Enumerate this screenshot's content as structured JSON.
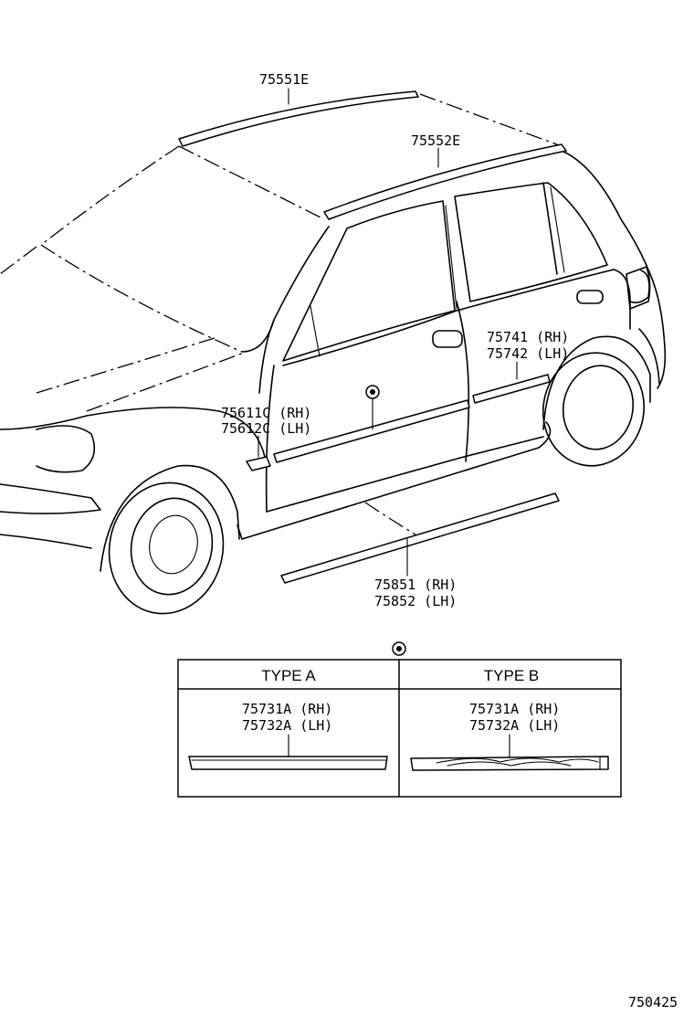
{
  "parts": {
    "roof_molding_front": "75551E",
    "roof_molding_rear": "75552E",
    "front_door_molding": [
      "75611C (RH)",
      "75612C (LH)"
    ],
    "rear_door_molding": [
      "75741 (RH)",
      "75742 (LH)"
    ],
    "rocker_molding": [
      "75851 (RH)",
      "75852 (LH)"
    ]
  },
  "table": {
    "type_a": {
      "title": "TYPE A",
      "parts": [
        "75731A (RH)",
        "75732A (LH)"
      ]
    },
    "type_b": {
      "title": "TYPE B",
      "parts": [
        "75731A (RH)",
        "75732A (LH)"
      ]
    }
  },
  "diagram_number": "750425"
}
